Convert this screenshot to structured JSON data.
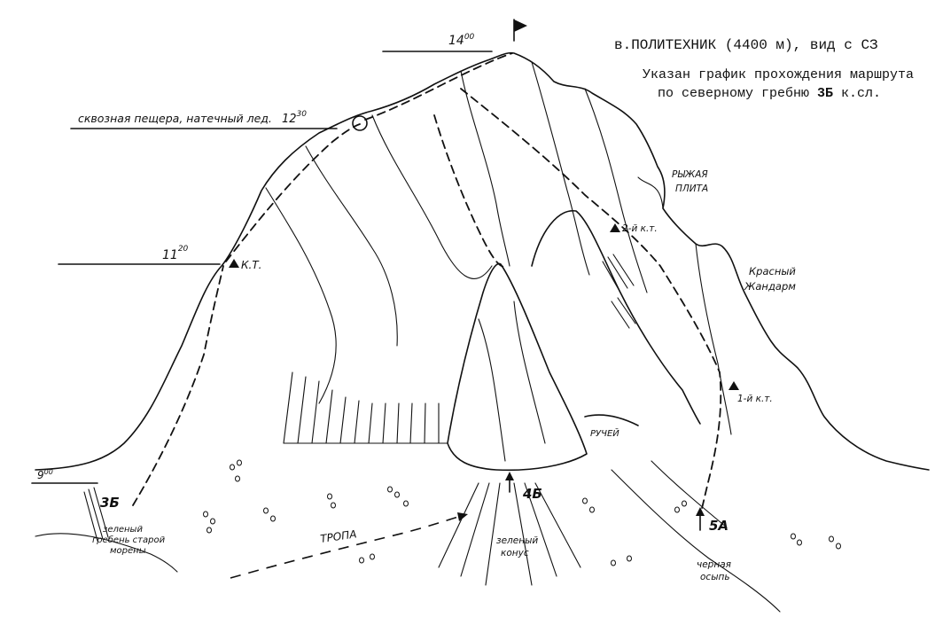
{
  "title": "в.ПОЛИТЕХНИК (4400 м), вид с СЗ",
  "subtitle_line1": "Указан график прохождения маршрута",
  "subtitle_line2_prefix": "по северному гребню ",
  "subtitle_grade": "3Б",
  "subtitle_line2_suffix": " к.сл.",
  "time_summit": "14",
  "time_summit_sup": "00",
  "time_cave": "12",
  "time_cave_sup": "30",
  "time_kt": "11",
  "time_kt_sup": "20",
  "time_start": "9",
  "time_start_sup": "00",
  "label_cave": "сквозная пещера, натечный лед.",
  "label_kt": "К.Т.",
  "label_kt2": "2-й к.т.",
  "label_kt1": "1-й к.т.",
  "label_ryzhaya_1": "РЫЖАЯ",
  "label_ryzhaya_2": "ПЛИТА",
  "label_krasny_1": "Красный",
  "label_krasny_2": "Жандарм",
  "label_ruchey": "РУЧЕЙ",
  "label_trail": "ТРОПА",
  "label_green_cone_1": "зеленый",
  "label_green_cone_2": "конус",
  "label_green_ridge_1": "зеленый",
  "label_green_ridge_2": "гребень старой",
  "label_green_ridge_3": "морены",
  "label_black_scree_1": "черная",
  "label_black_scree_2": "осыпь",
  "grade_3b": "3Б",
  "grade_4b": "4Б",
  "grade_5a": "5А"
}
